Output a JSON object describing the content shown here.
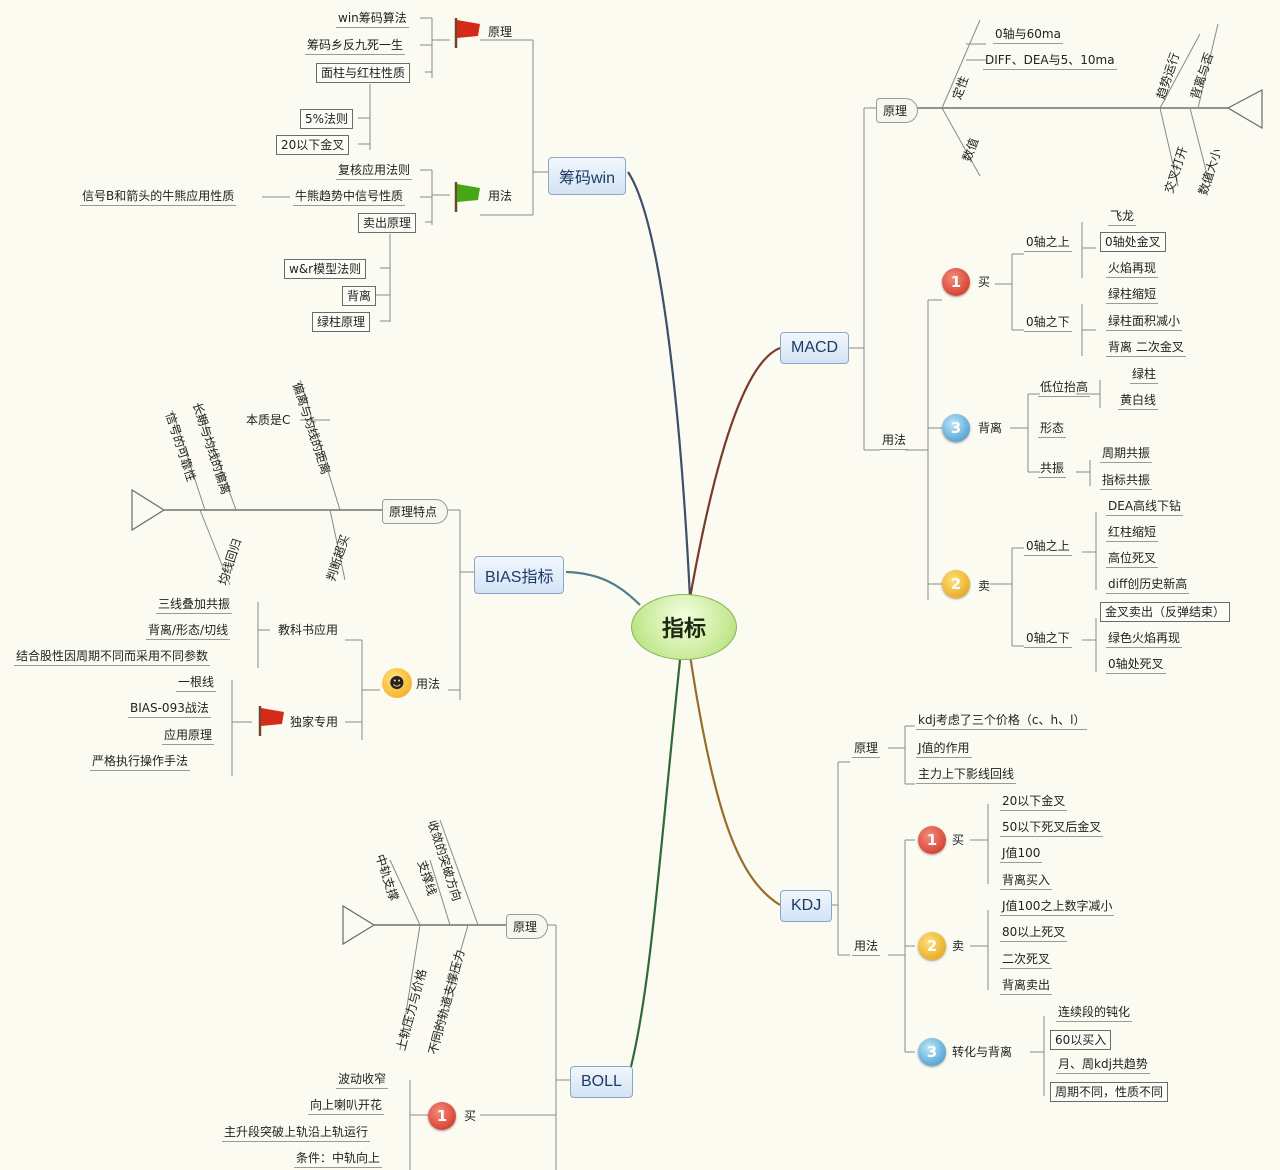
{
  "center": "指标",
  "colors": {
    "center_fill": "#c4e891",
    "main_node_fill": "#d3e3f4",
    "flag_red": "#d42a1a",
    "flag_green": "#46a614"
  },
  "win": {
    "title": "筹码win",
    "yuanli": {
      "label": "原理",
      "items": [
        "win筹码算法",
        "筹码乡反九死一生",
        "面柱与红柱性质"
      ],
      "sub": [
        "5%法则",
        "20以下金叉"
      ]
    },
    "yongfa": {
      "label": "用法",
      "items": [
        "复核应用法则",
        "牛熊趋势中信号性质",
        "卖出原理"
      ],
      "note": "信号B和箭头的牛熊应用性质",
      "sub": [
        "w&r模型法则",
        "背离",
        "绿柱原理"
      ]
    }
  },
  "macd": {
    "title": "MACD",
    "yuanli": {
      "label": "原理",
      "bone_top": "定性",
      "top_items": [
        "0轴与60ma",
        "DIFF、DEA与5、10ma"
      ],
      "bone_bottom": "数值",
      "diag": [
        "趋势运行",
        "背离与否",
        "交叉打开",
        "数值大小"
      ]
    },
    "yongfa": {
      "label": "用法",
      "buy": {
        "num": "1",
        "label": "买",
        "above": {
          "label": "0轴之上",
          "items": [
            "飞龙",
            "0轴处金叉",
            "火焰再现"
          ]
        },
        "below": {
          "label": "0轴之下",
          "items": [
            "绿柱缩短",
            "绿柱面积减小",
            "背离 二次金叉"
          ]
        }
      },
      "diverge": {
        "num": "3",
        "label": "背离",
        "items": [
          {
            "label": "低位抬高",
            "items": [
              "绿柱",
              "黄白线"
            ]
          },
          {
            "label": "形态",
            "items": []
          },
          {
            "label": "共振",
            "items": [
              "周期共振",
              "指标共振"
            ]
          }
        ]
      },
      "sell": {
        "num": "2",
        "label": "卖",
        "above": {
          "label": "0轴之上",
          "items": [
            "DEA高线下钻",
            "红柱缩短",
            "高位死叉",
            "diff创历史新高"
          ]
        },
        "below": {
          "label": "0轴之下",
          "items": [
            "金叉卖出（反弹结束）",
            "绿色火焰再现",
            "0轴处死叉"
          ]
        }
      }
    }
  },
  "bias": {
    "title": "BIAS指标",
    "yuanli": {
      "label": "原理特点",
      "top_items": [
        "偏离与均线的距离",
        "本质是C",
        "长期与均线的偏离",
        "信号的可靠性"
      ],
      "bottom_items": [
        "均线回归",
        "判断超买"
      ]
    },
    "yongfa": {
      "label": "用法",
      "teaching": {
        "label": "教科书应用",
        "items": [
          "三线叠加共振",
          "背离/形态/切线",
          "结合股性因周期不同而采用不同参数"
        ]
      },
      "special": {
        "label": "独家专用",
        "items": [
          "一根线",
          "BIAS-093战法",
          "应用原理",
          "严格执行操作手法"
        ]
      }
    }
  },
  "kdj": {
    "title": "KDJ",
    "yuanli": {
      "label": "原理",
      "items": [
        "kdj考虑了三个价格（c、h、l）",
        "J值的作用",
        "主力上下影线回线"
      ]
    },
    "yongfa": {
      "label": "用法",
      "buy": {
        "num": "1",
        "label": "买",
        "items": [
          "20以下金叉",
          "50以下死叉后金叉",
          "J值100",
          "背离买入"
        ]
      },
      "sell": {
        "num": "2",
        "label": "卖",
        "items": [
          "J值100之上数字减小",
          "80以上死叉",
          "二次死叉",
          "背离卖出"
        ]
      },
      "trans": {
        "num": "3",
        "label": "转化与背离",
        "items": [
          "连续段的钝化",
          "60以买入",
          "月、周kdj共趋势",
          "周期不同，性质不同"
        ]
      }
    }
  },
  "boll": {
    "title": "BOLL",
    "yuanli": {
      "label": "原理",
      "top_items": [
        "中轨支撑",
        "支撑线",
        "收敛的突破方向"
      ],
      "bottom_items": [
        "上轨压力与价格",
        "不同的轨道支撑压力"
      ]
    },
    "buy": {
      "num": "1",
      "label": "买",
      "items": [
        "波动收窄",
        "向上喇叭开花",
        "主升段突破上轨沿上轨运行",
        "条件：中轨向上"
      ]
    }
  }
}
